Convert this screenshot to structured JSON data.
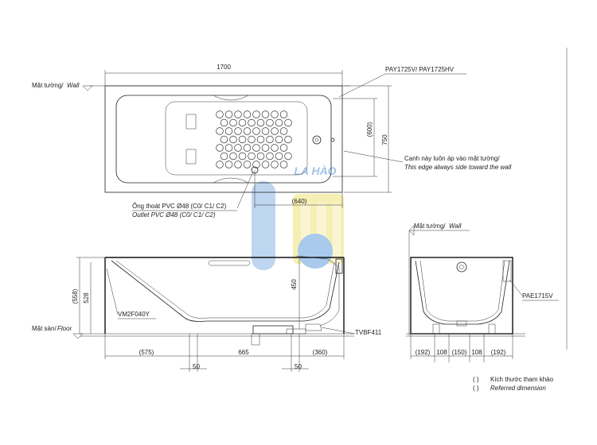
{
  "models": {
    "tub": "PAY1725V/ PAY1725HV",
    "front_leg": "VM2F040Y",
    "drain": "TVBF411",
    "panel": "PAE1715V"
  },
  "labels": {
    "wall_top": "Mặt tường/",
    "wall_top_en": "Wall",
    "wall_side": "Mặt tường/",
    "wall_side_en": "Wall",
    "floor": "Mặt sàn/",
    "floor_en": "Floor",
    "edge_vi": "Cạnh này luôn áp vào mặt tường/",
    "edge_en": "This edge always side toward the wall",
    "outlet_vi": "Ống thoát PVC Ø48 (C0/ C1/ C2)",
    "outlet_en": "Outlet PVC Ø48 (C0/ C1/ C2)",
    "watermark": "LA HÀO"
  },
  "dimensions": {
    "length": "1700",
    "width": "750",
    "inner_width": "(600)",
    "drain_offset": "(640)",
    "height_outer": "(558)",
    "height_inner": "528",
    "drain_height": "450",
    "front_left": "(575)",
    "center": "665",
    "right_gap": "(360)",
    "leg_a": "50",
    "leg_b": "50",
    "side": [
      "(192)",
      "108",
      "(150)",
      "108",
      "(192)"
    ]
  },
  "legend": {
    "bracket": "(    )",
    "ref_vi": "Kích thước tham khảo",
    "ref_en": "Referred dimension"
  }
}
